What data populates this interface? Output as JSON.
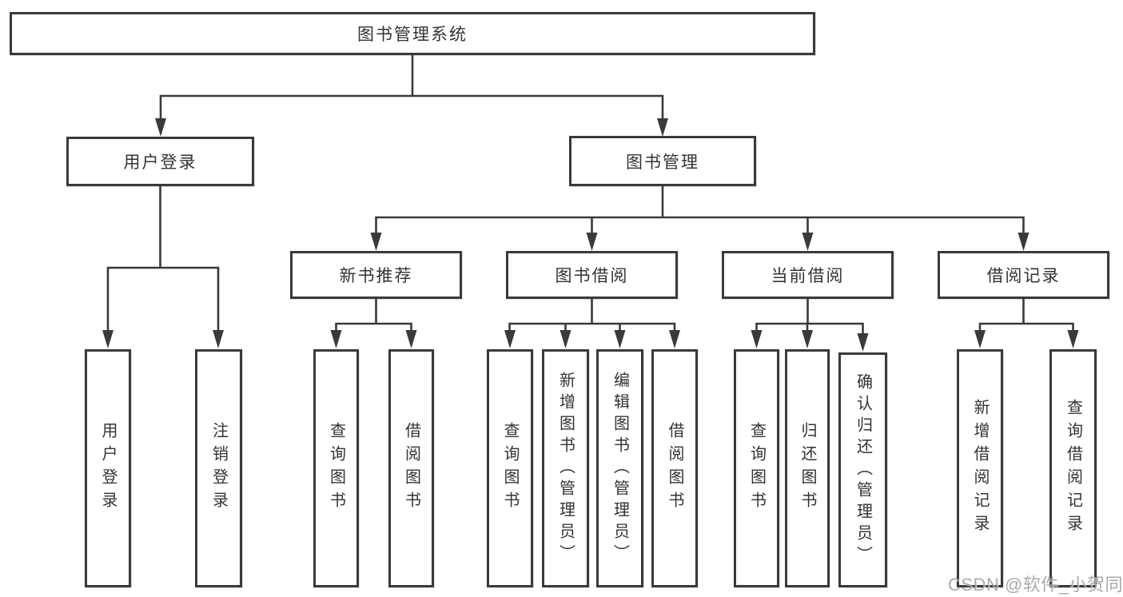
{
  "diagram": {
    "tree": {
      "root": {
        "label": "图书管理系统"
      },
      "branches": [
        {
          "label": "用户登录",
          "children": [
            {
              "label": "用户登录"
            },
            {
              "label": "注销登录"
            }
          ]
        },
        {
          "label": "图书管理",
          "children": [
            {
              "label": "新书推荐",
              "children": [
                {
                  "label": "查询图书"
                },
                {
                  "label": "借阅图书"
                }
              ]
            },
            {
              "label": "图书借阅",
              "children": [
                {
                  "label": "查询图书"
                },
                {
                  "label": "新增图书（管理员）"
                },
                {
                  "label": "编辑图书（管理员）"
                },
                {
                  "label": "借阅图书"
                }
              ]
            },
            {
              "label": "当前借阅",
              "children": [
                {
                  "label": "查询图书"
                },
                {
                  "label": "归还图书"
                },
                {
                  "label": "确认归还（管理员）"
                }
              ]
            },
            {
              "label": "借阅记录",
              "children": [
                {
                  "label": "新增借阅记录"
                },
                {
                  "label": "查询借阅记录"
                }
              ]
            }
          ]
        }
      ]
    },
    "colors": {
      "line": "#3a3a3a",
      "box_border": "#3a3a3a",
      "text": "#333333",
      "background": "#ffffff",
      "watermark": "#9b9b9b"
    }
  },
  "watermark": {
    "text": "CSDN @软件_小贺同学"
  }
}
